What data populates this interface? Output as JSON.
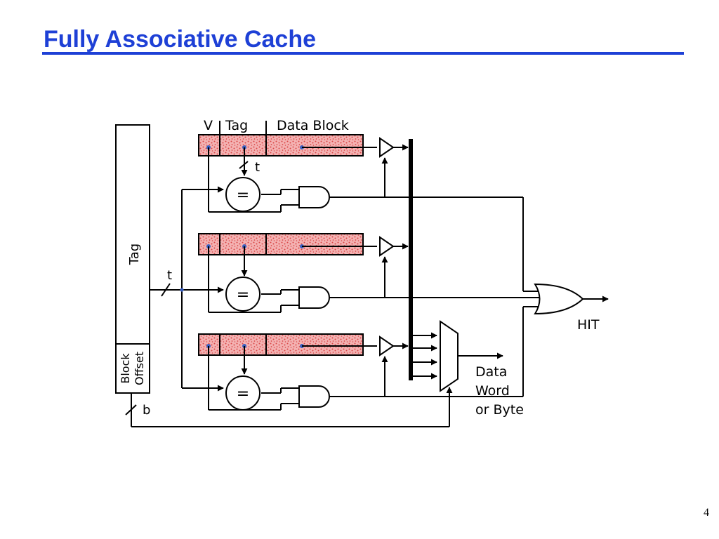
{
  "slide": {
    "title": "Fully Associative Cache",
    "page_number": "4"
  },
  "diagram": {
    "headers": {
      "valid": "V",
      "tag": "Tag",
      "data_block": "Data Block"
    },
    "address": {
      "tag_field": "Tag",
      "offset_field_line1": "Block",
      "offset_field_line2": "Offset"
    },
    "widths": {
      "tag_bits": "t",
      "offset_bits": "b"
    },
    "comparator_symbol": "=",
    "outputs": {
      "hit": "HIT",
      "data_line1": "Data",
      "data_line2": "Word",
      "data_line3": "or Byte"
    },
    "colors": {
      "title": "#1e40d6",
      "cache_fill": "#f4b2b2",
      "cache_dots": "#d94848"
    },
    "cache_line_count": 3
  }
}
